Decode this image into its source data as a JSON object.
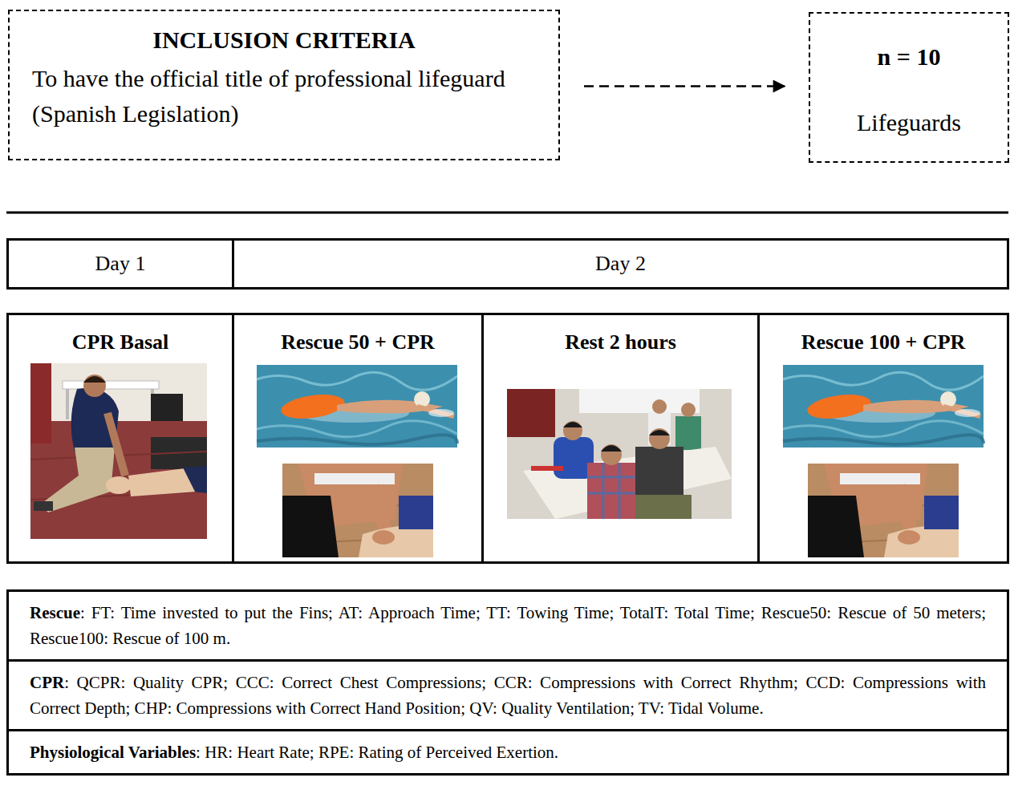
{
  "diagram": {
    "nodes": [
      {
        "text": [
          "INCLUSION CRITERIA",
          "To have the official title of professional lifeguard (Spanish Legislation)"
        ]
      },
      {
        "text": [
          "n = 10",
          "Lifeguards"
        ]
      },
      {
        "text": [
          "Day 1"
        ]
      },
      {
        "text": [
          "Day 2"
        ]
      },
      {
        "text": [
          "CPR Basal"
        ]
      },
      {
        "text": [
          "Rescue 50 + CPR"
        ]
      },
      {
        "text": [
          "Rest 2 hours"
        ]
      },
      {
        "text": [
          "Rescue 100 + CPR"
        ]
      },
      {
        "text": [
          "Rescue",
          ": FT: Time invested to put the Fins; AT: Approach Time; TT: Towing Time; TotalT: Total Time; Rescue50: Rescue of 50 meters; Rescue100: Rescue of 100 m."
        ]
      },
      {
        "text": [
          "CPR",
          ": QCPR: Quality CPR; CCC: Correct Chest Compressions; CCR: Compressions with Correct Rhythm; CCD: Compressions with Correct Depth; CHP: Compressions with Correct Hand Position; QV: Quality Ventilation; TV: Tidal Volume."
        ]
      },
      {
        "text": [
          "Physiological Variables",
          ": HR: Heart Rate; RPE: Rating of Perceived Exertion."
        ]
      }
    ],
    "edges": [
      {
        "from": 0,
        "to": 1,
        "arrow": "to"
      }
    ]
  }
}
